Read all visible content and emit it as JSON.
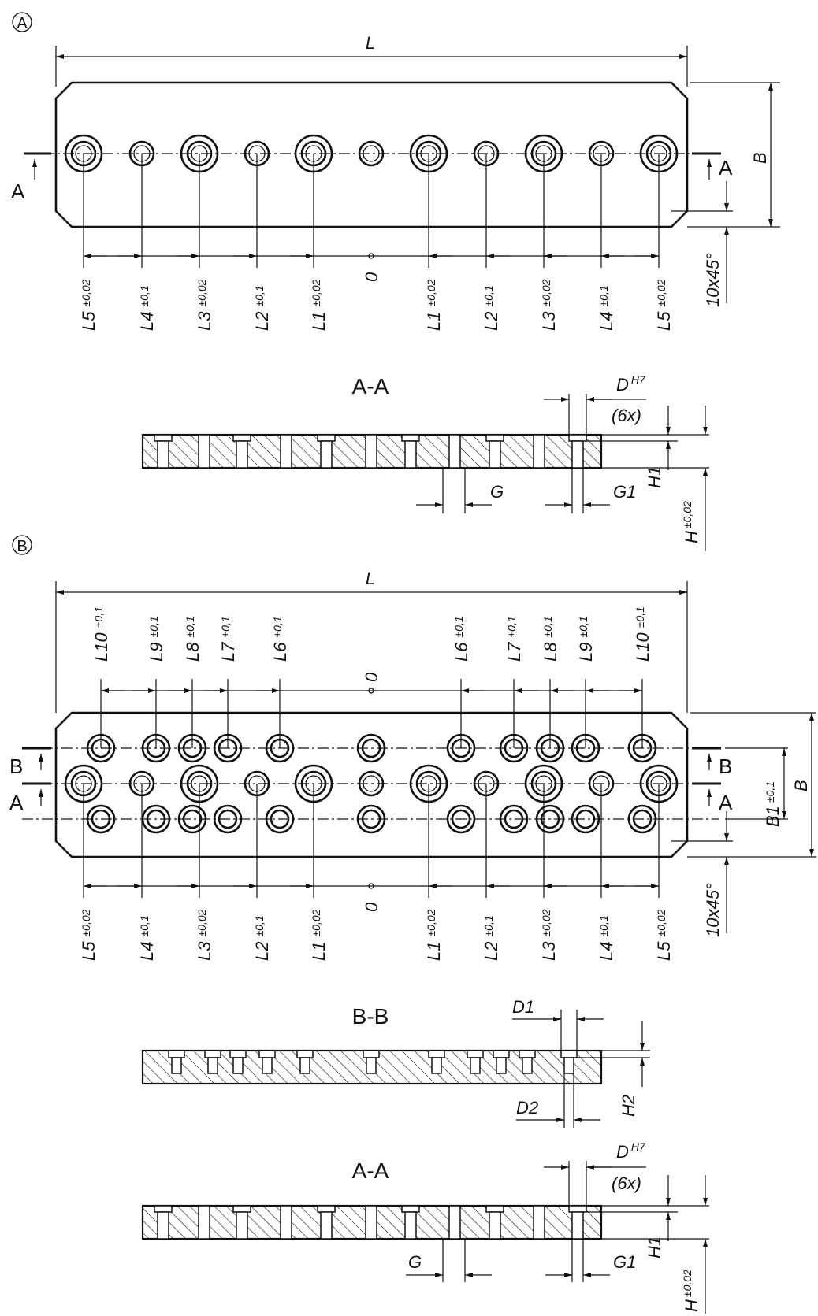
{
  "labels": {
    "view_a": "A",
    "view_b": "B",
    "L": "L",
    "B": "B",
    "B1": "B1",
    "B1_tol": "±0,1",
    "chamfer": "10x45°",
    "section_aa": "A-A",
    "section_bb": "B-B",
    "cut_a": "A",
    "cut_b": "B",
    "D": "D",
    "D_fit": "H7",
    "D_count": "(6x)",
    "D1": "D1",
    "D2": "D2",
    "G": "G",
    "G1": "G1",
    "H": "H",
    "H_tol": "±0,02",
    "H1": "H1",
    "H2": "H2"
  },
  "bottom_dims": [
    {
      "name": "L5",
      "tol": "±0,02"
    },
    {
      "name": "L4",
      "tol": "±0,1"
    },
    {
      "name": "L3",
      "tol": "±0,02"
    },
    {
      "name": "L2",
      "tol": "±0,1"
    },
    {
      "name": "L1",
      "tol": "±0,02"
    },
    {
      "name": "0",
      "tol": ""
    },
    {
      "name": "L1",
      "tol": "±0,02"
    },
    {
      "name": "L2",
      "tol": "±0,1"
    },
    {
      "name": "L3",
      "tol": "±0,02"
    },
    {
      "name": "L4",
      "tol": "±0,1"
    },
    {
      "name": "L5",
      "tol": "±0,02"
    }
  ],
  "top_dims": [
    {
      "name": "L10",
      "tol": "±0,1"
    },
    {
      "name": "L9",
      "tol": "±0,1"
    },
    {
      "name": "L8",
      "tol": "±0,1"
    },
    {
      "name": "L7",
      "tol": "±0,1"
    },
    {
      "name": "L6",
      "tol": "±0,1"
    },
    {
      "name": "0",
      "tol": ""
    },
    {
      "name": "L6",
      "tol": "±0,1"
    },
    {
      "name": "L7",
      "tol": "±0,1"
    },
    {
      "name": "L8",
      "tol": "±0,1"
    },
    {
      "name": "L9",
      "tol": "±0,1"
    },
    {
      "name": "L10",
      "tol": "±0,1"
    }
  ]
}
